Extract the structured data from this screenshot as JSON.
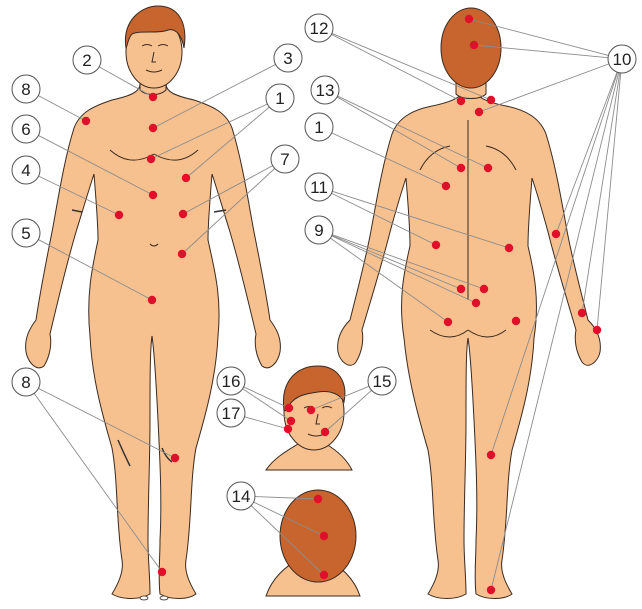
{
  "colors": {
    "skin": "#F7C18F",
    "hair": "#C8642E",
    "outline": "#3A2A20",
    "marker": "#E0102A",
    "leader": "#8C8C8C",
    "label_circle_fill": "#FFFFFF",
    "label_circle_stroke": "#555555"
  },
  "figures": [
    {
      "name": "front-view-figure"
    },
    {
      "name": "back-view-figure"
    },
    {
      "name": "face-side-view"
    },
    {
      "name": "head-back-view"
    }
  ],
  "labels": [
    {
      "id": "front-2",
      "text": "2"
    },
    {
      "id": "front-3",
      "text": "3"
    },
    {
      "id": "front-8-top",
      "text": "8"
    },
    {
      "id": "front-1",
      "text": "1"
    },
    {
      "id": "front-6",
      "text": "6"
    },
    {
      "id": "front-4",
      "text": "4"
    },
    {
      "id": "front-7",
      "text": "7"
    },
    {
      "id": "front-5",
      "text": "5"
    },
    {
      "id": "front-8-bottom",
      "text": "8"
    },
    {
      "id": "back-12",
      "text": "12"
    },
    {
      "id": "back-10",
      "text": "10"
    },
    {
      "id": "back-13",
      "text": "13"
    },
    {
      "id": "back-1",
      "text": "1"
    },
    {
      "id": "back-11",
      "text": "11"
    },
    {
      "id": "back-9",
      "text": "9"
    },
    {
      "id": "face-16",
      "text": "16"
    },
    {
      "id": "face-17",
      "text": "17"
    },
    {
      "id": "face-15",
      "text": "15"
    },
    {
      "id": "head-14",
      "text": "14"
    }
  ]
}
